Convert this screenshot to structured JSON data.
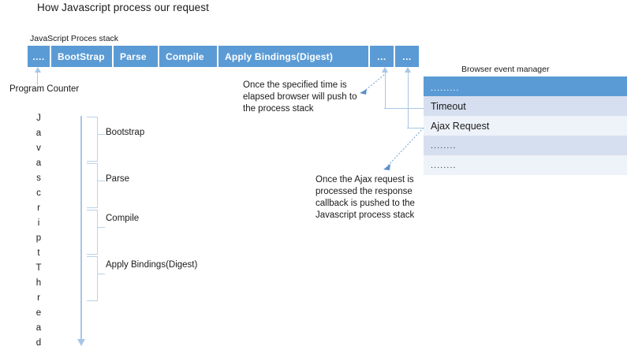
{
  "slide": {
    "title": "How Javascript process our request"
  },
  "stack": {
    "caption": "JavaScript Proces stack",
    "cells": [
      {
        "label": "....",
        "kind": "dots"
      },
      {
        "label": "BootStrap",
        "kind": "text"
      },
      {
        "label": "Parse",
        "kind": "text"
      },
      {
        "label": "Compile",
        "kind": "text"
      },
      {
        "label": "Apply Bindings(Digest)",
        "kind": "text"
      },
      {
        "label": "...",
        "kind": "dots"
      },
      {
        "label": "...",
        "kind": "dots"
      }
    ],
    "accent_color": "#5B9BD5"
  },
  "program_counter": {
    "label": "Program Counter"
  },
  "thread": {
    "letters": [
      "J",
      "a",
      "v",
      "a",
      "s",
      "c",
      "r",
      "i",
      "p",
      "t",
      "T",
      "h",
      "r",
      "e",
      "a",
      "d"
    ],
    "phases": [
      {
        "label": "Bootstrap"
      },
      {
        "label": "Parse"
      },
      {
        "label": "Compile"
      },
      {
        "label": "Apply Bindings(Digest)"
      }
    ],
    "arrow_color": "#A8C6E4"
  },
  "event_manager": {
    "caption": "Browser event manager",
    "rows": [
      {
        "label": ".........",
        "style": "header"
      },
      {
        "label": "Timeout",
        "style": "shade"
      },
      {
        "label": "Ajax Request",
        "style": "plain"
      },
      {
        "label": "........",
        "style": "shade"
      },
      {
        "label": "........",
        "style": "plain"
      }
    ],
    "header_color": "#5B9BD5",
    "shade_color": "#D6DFEF"
  },
  "notes": {
    "timeout": "Once the specified time is elapsed browser will push to the process stack",
    "ajax": "Once the Ajax request is processed the response callback is pushed to the Javascript process stack"
  }
}
